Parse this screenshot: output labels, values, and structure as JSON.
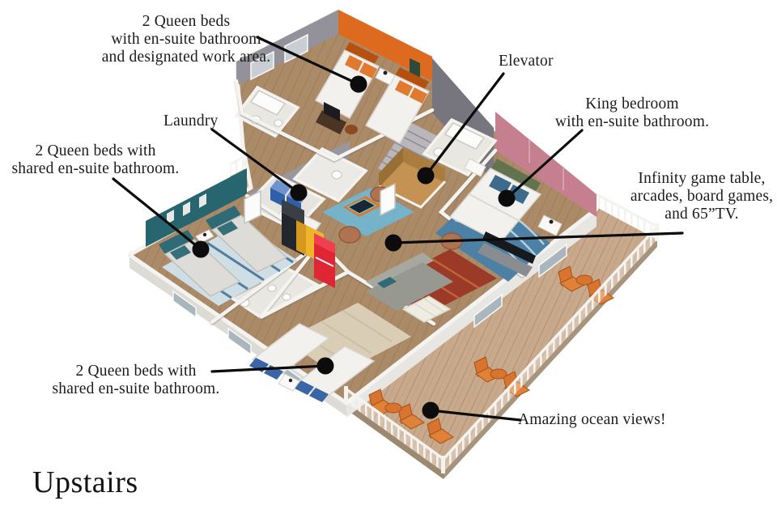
{
  "title": "Upstairs",
  "annotations": {
    "orange_suite": {
      "text": "2 Queen beds\nwith en-suite bathroom\nand designated work area."
    },
    "elevator": {
      "text": "Elevator"
    },
    "laundry": {
      "text": "Laundry"
    },
    "king_suite": {
      "text": "King bedroom\nwith en-suite bathroom."
    },
    "teal_suite": {
      "text": "2 Queen beds with\nshared en-suite bathroom."
    },
    "game_area": {
      "text": "Infinity game table,\narcades, board games,\nand 65”TV."
    },
    "bottom_suite": {
      "text": "2 Queen beds with\nshared en-suite bathroom."
    },
    "ocean_views": {
      "text": "Amazing ocean views!"
    }
  },
  "colors": {
    "label_ink": "#1b1b1b",
    "leader": "#0c0c0c",
    "orange_accent": "#dd6a1e",
    "pink_accent": "#c57f8e",
    "teal_accent": "#27666f",
    "interior_wood": "#ab8a68",
    "deck_wood": "#c8a98c",
    "wall_gray": "#93929a",
    "wall_white": "#f4f3f0",
    "king_rug": "#4c80a4",
    "teal_rug": "#3c6e92",
    "game_rug": "#74b3c9",
    "arcade_red": "#e02535",
    "arcade_yellow": "#f0b52a",
    "appliance_blue": "#2f5fa8",
    "elevator_wood": "#c49252",
    "headboard_green": "#64734f",
    "chair_orange": "#d9742e",
    "bed_white": "#f3f1ed",
    "area_rug_red": "#9c3a28",
    "rug_beige": "#d9cdb6",
    "sofa_gray": "#97988f"
  }
}
